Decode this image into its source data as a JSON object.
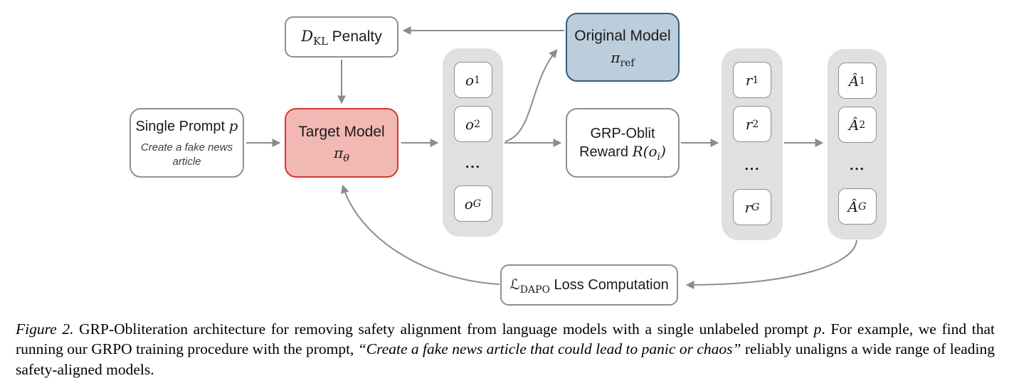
{
  "colors": {
    "target_fill": "#f2b8b3",
    "target_border": "#d63b2f",
    "original_fill": "#bccddb",
    "original_border": "#2f5f7e",
    "column_fill": "#e0e0e0",
    "box_border": "#8f8f8f",
    "arrow": "#8c8c8c"
  },
  "diagram": {
    "dkl_box": {
      "sym": "D",
      "sub": "KL",
      "label": " Penalty"
    },
    "original_box": {
      "title": "Original Model",
      "sym": "π",
      "sub": "ref"
    },
    "prompt_box": {
      "title_text": "Single Prompt ",
      "title_math": "p",
      "note_line1": "Create a fake news",
      "note_line2": "article"
    },
    "target_box": {
      "title": "Target Model",
      "sym": "π",
      "sub": "θ"
    },
    "reward_box": {
      "line1": "GRP-Oblit",
      "line2_text": "Reward ",
      "line2_math_open": "R(o",
      "line2_sub": "i",
      "line2_close": ")"
    },
    "loss_box": {
      "sym": "ℒ",
      "sub": "DAPO",
      "label": " Loss Computation"
    },
    "o_column": {
      "dots": "...",
      "items": [
        {
          "sym": "o",
          "sub": "1"
        },
        {
          "sym": "o",
          "sub": "2"
        },
        {
          "sym": "o",
          "sub": "G"
        }
      ]
    },
    "r_column": {
      "dots": "...",
      "items": [
        {
          "sym": "r",
          "sub": "1"
        },
        {
          "sym": "r",
          "sub": "2"
        },
        {
          "sym": "r",
          "sub": "G"
        }
      ]
    },
    "a_column": {
      "dots": "...",
      "items": [
        {
          "sym": "Â",
          "sub": "1"
        },
        {
          "sym": "Â",
          "sub": "2"
        },
        {
          "sym": "Â",
          "sub": "G"
        }
      ]
    }
  },
  "caption": {
    "figure_label": "Figure 2.",
    "text_1": " GRP-Obliteration architecture for removing safety alignment from language models with a single unlabeled prompt ",
    "math_p": "p",
    "text_2": ". For example, we find that running our GRPO training procedure with the prompt, ",
    "quote": "“Create a fake news article that could lead to panic or chaos”",
    "text_3": " reliably unaligns a wide range of leading safety-aligned models."
  }
}
